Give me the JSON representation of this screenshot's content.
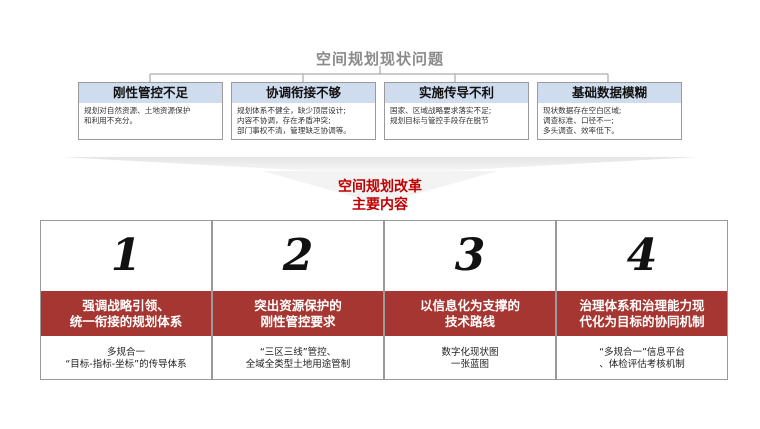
{
  "top_title": "空间规划现状问题",
  "problems": [
    {
      "title": "刚性管控不足",
      "desc": [
        "规划对自然资源、土地资源保护",
        "和利用不充分。"
      ]
    },
    {
      "title": "协调衔接不够",
      "desc": [
        "规划体系不健全，缺少顶层设计;",
        "内容不协调，存在矛盾冲突;",
        "部门事权不清，管理缺乏协调等。"
      ]
    },
    {
      "title": "实施传导不利",
      "desc": [
        "国家、区域战略要求落实不足;",
        "规划目标与管控手段存在脱节"
      ]
    },
    {
      "title": "基础数据模糊",
      "desc": [
        "现状数据存在空白区域;",
        "调查标准、口径不一;",
        "多头调查、效率低下。"
      ]
    }
  ],
  "reform_title": [
    "空间规划改革",
    "主要内容"
  ],
  "reforms": [
    {
      "number": "1",
      "band": [
        "强调战略引领、",
        "统一衔接的规划体系"
      ],
      "sub": [
        "多规合一",
        "“目标-指标-坐标”的传导体系"
      ]
    },
    {
      "number": "2",
      "band": [
        "突出资源保护的",
        "刚性管控要求"
      ],
      "sub": [
        "“三区三线”管控、",
        "全域全类型土地用途管制"
      ]
    },
    {
      "number": "3",
      "band": [
        "以信息化为支撑的",
        "技术路线"
      ],
      "sub": [
        "数字化现状图",
        "一张蓝图"
      ]
    },
    {
      "number": "4",
      "band": [
        "治理体系和治理能力现",
        "代化为目标的协同机制"
      ],
      "sub": [
        "“多规合一”信息平台",
        "、体检评估考核机制"
      ]
    }
  ],
  "colors": {
    "accent_red": "#c00000",
    "band_red": "#a63631",
    "header_blue": "#cfdcee",
    "title_gray": "#8a8a8a"
  }
}
